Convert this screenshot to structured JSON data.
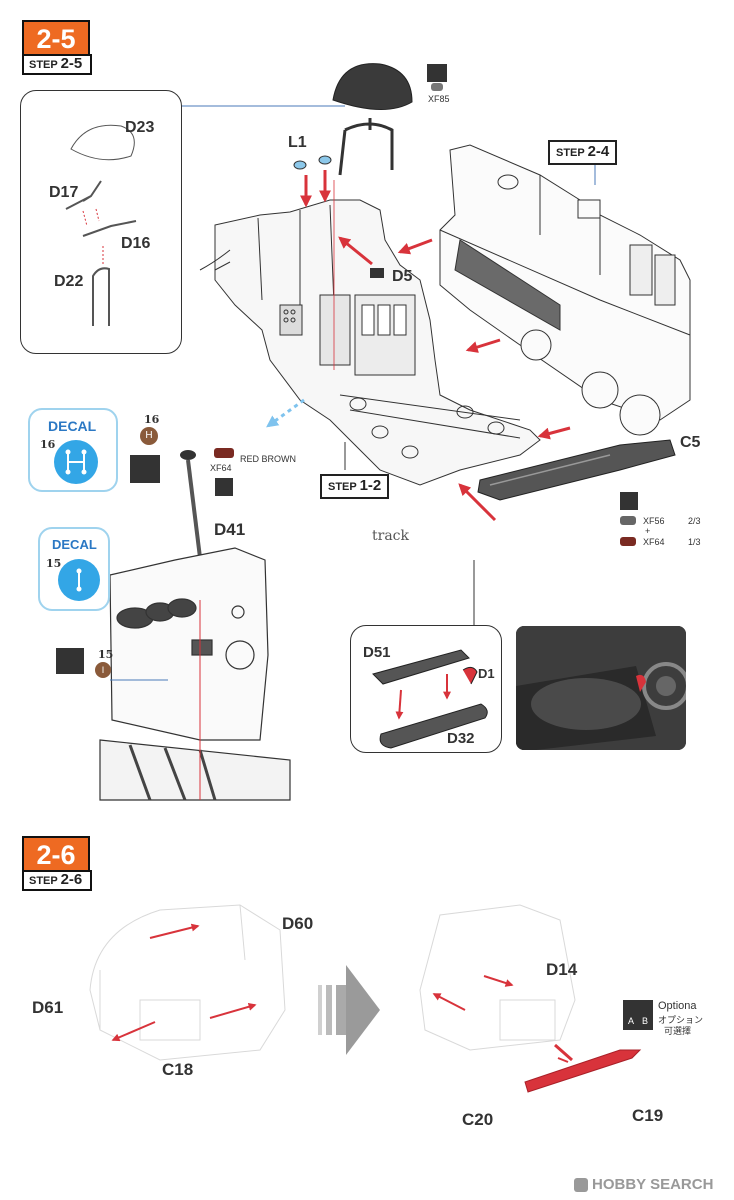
{
  "step_2_5": {
    "badge": "2-5",
    "step_label_prefix": "STEP",
    "step_label_num": "2-5",
    "ref_step_2_4_prefix": "STEP",
    "ref_step_2_4_num": "2-4",
    "ref_step_1_2_prefix": "STEP",
    "ref_step_1_2_num": "1-2",
    "parts": {
      "d23": "D23",
      "d17": "D17",
      "d16": "D16",
      "d22": "D22",
      "l1": "L1",
      "d5": "D5",
      "c5": "C5",
      "d41": "D41",
      "d51": "D51",
      "d1": "D1",
      "d32": "D32"
    },
    "paint_xf85": "XF85",
    "paint_xf64": "XF64",
    "paint_red_brown": "RED BROWN",
    "mix_xf56": "XF56",
    "mix_xf56_ratio": "2/3",
    "mix_plus": "+",
    "mix_xf64": "XF64",
    "mix_xf64_ratio": "1/3",
    "handwritten_note": "track",
    "decal_16": {
      "title": "DECAL",
      "number": "16",
      "tag_number": "16",
      "tag_letter": "H"
    },
    "decal_15": {
      "title": "DECAL",
      "number": "15",
      "tag_number": "15",
      "tag_letter": "I"
    }
  },
  "step_2_6": {
    "badge": "2-6",
    "step_label_prefix": "STEP",
    "step_label_num": "2-6",
    "parts": {
      "d60": "D60",
      "d61": "D61",
      "c18": "C18",
      "d14": "D14",
      "c20": "C20",
      "c19": "C19"
    },
    "optional_en": "Optiona",
    "optional_jp": "オプション",
    "optional_cn": "可選擇",
    "optional_a": "A",
    "optional_b": "B"
  },
  "watermark": "HOBBY SEARCH",
  "colors": {
    "accent": "#ee6a22",
    "arrow": "#d8333b",
    "decal_blue": "#33a6e6",
    "red_brown": "#7a2a22"
  }
}
